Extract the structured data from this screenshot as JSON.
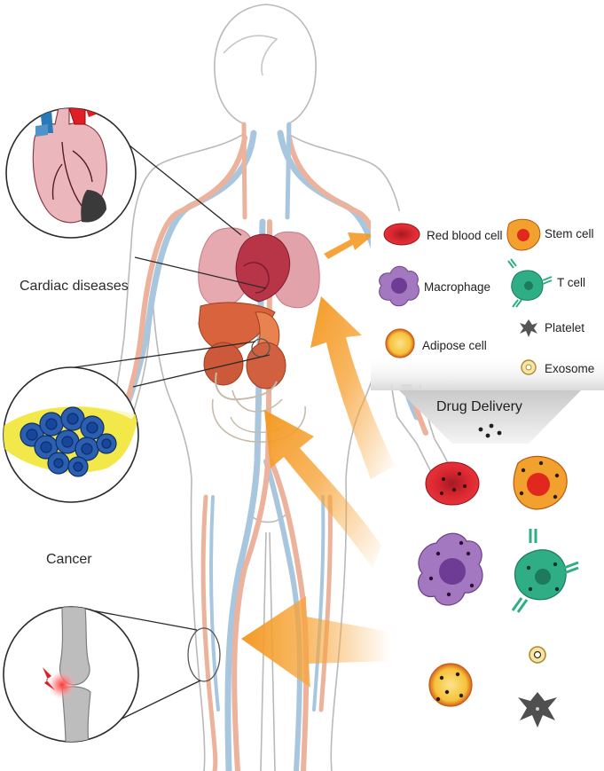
{
  "callouts": {
    "cardiac": "Cardiac diseases",
    "cancer": "Cancer"
  },
  "legend": {
    "red_blood_cell": "Red blood cell",
    "stem_cell": "Stem cell",
    "macrophage": "Macrophage",
    "t_cell": "T cell",
    "platelet": "Platelet",
    "adipose_cell": "Adipose cell",
    "exosome": "Exosome"
  },
  "drug_delivery": "Drug Delivery",
  "colors": {
    "artery": "#e8a48a",
    "vein": "#9cc0dc",
    "arrow": "#f2a23a",
    "heart_red": "#d93030",
    "macrophage": "#9c6bb5",
    "t_cell": "#2fae86",
    "stem_cell": "#f0a030",
    "adipose": "#f6c23a",
    "cancer_cell": "#2d5fb0"
  }
}
